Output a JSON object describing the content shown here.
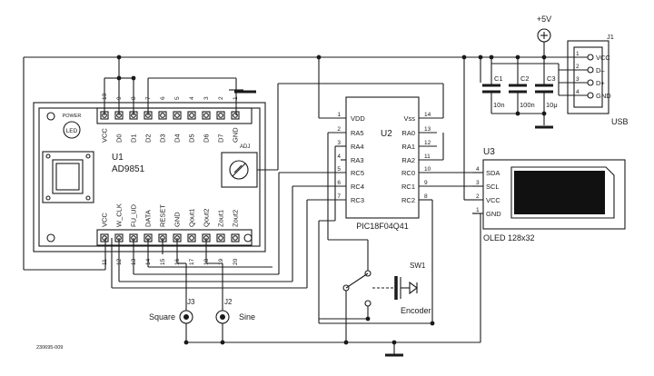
{
  "colors": {
    "ink": "#1a1a1a",
    "background": "#ffffff"
  },
  "supply": {
    "label": "+5V"
  },
  "u1": {
    "ref": "U1",
    "part": "AD9851",
    "power_led_label": "POWER",
    "led_text": "LED",
    "adj_label": "ADJ",
    "top_pins": [
      {
        "num": "10",
        "name": "VCC"
      },
      {
        "num": "9",
        "name": "D0"
      },
      {
        "num": "8",
        "name": "D1"
      },
      {
        "num": "7",
        "name": "D2"
      },
      {
        "num": "6",
        "name": "D3"
      },
      {
        "num": "5",
        "name": "D4"
      },
      {
        "num": "4",
        "name": "D5"
      },
      {
        "num": "3",
        "name": "D6"
      },
      {
        "num": "2",
        "name": "D7"
      },
      {
        "num": "1",
        "name": "GND"
      }
    ],
    "bottom_pins": [
      {
        "num": "11",
        "name": "VCC"
      },
      {
        "num": "12",
        "name": "W_CLK"
      },
      {
        "num": "13",
        "name": "FU_UD"
      },
      {
        "num": "14",
        "name": "DATA"
      },
      {
        "num": "15",
        "name": "RESET"
      },
      {
        "num": "16",
        "name": "GND"
      },
      {
        "num": "17",
        "name": "Qout1"
      },
      {
        "num": "18",
        "name": "Qout2"
      },
      {
        "num": "19",
        "name": "Zout1"
      },
      {
        "num": "20",
        "name": "Zout2"
      }
    ]
  },
  "u2": {
    "ref": "U2",
    "part": "PIC18F04Q41",
    "left_pins": [
      {
        "num": "1",
        "name": "VDD"
      },
      {
        "num": "2",
        "name": "RA5"
      },
      {
        "num": "3",
        "name": "RA4"
      },
      {
        "num": "4",
        "name": "RA3"
      },
      {
        "num": "5",
        "name": "RC5"
      },
      {
        "num": "6",
        "name": "RC4"
      },
      {
        "num": "7",
        "name": "RC3"
      }
    ],
    "right_pins": [
      {
        "num": "14",
        "name": "Vss"
      },
      {
        "num": "13",
        "name": "RA0"
      },
      {
        "num": "12",
        "name": "RA1"
      },
      {
        "num": "11",
        "name": "RA2"
      },
      {
        "num": "10",
        "name": "RC0"
      },
      {
        "num": "9",
        "name": "RC1"
      },
      {
        "num": "8",
        "name": "RC2"
      }
    ]
  },
  "u3": {
    "ref": "U3",
    "part": "OLED 128x32",
    "pins": [
      {
        "num": "4",
        "name": "SDA"
      },
      {
        "num": "3",
        "name": "SCL"
      },
      {
        "num": "2",
        "name": "VCC"
      },
      {
        "num": "1",
        "name": "GND"
      }
    ]
  },
  "j1": {
    "ref": "J1",
    "label": "USB",
    "pins": [
      {
        "num": "1",
        "name": "VCC"
      },
      {
        "num": "2",
        "name": "D–"
      },
      {
        "num": "3",
        "name": "D+"
      },
      {
        "num": "4",
        "name": "GND"
      }
    ]
  },
  "caps": [
    {
      "ref": "C1",
      "value": "10n"
    },
    {
      "ref": "C2",
      "value": "100n"
    },
    {
      "ref": "C3",
      "value": "10μ"
    }
  ],
  "j2": {
    "ref": "J2",
    "label": "Sine"
  },
  "j3": {
    "ref": "J3",
    "label": "Square"
  },
  "sw1": {
    "ref": "SW1",
    "label": "Encoder"
  },
  "figure_code": "230695-009"
}
